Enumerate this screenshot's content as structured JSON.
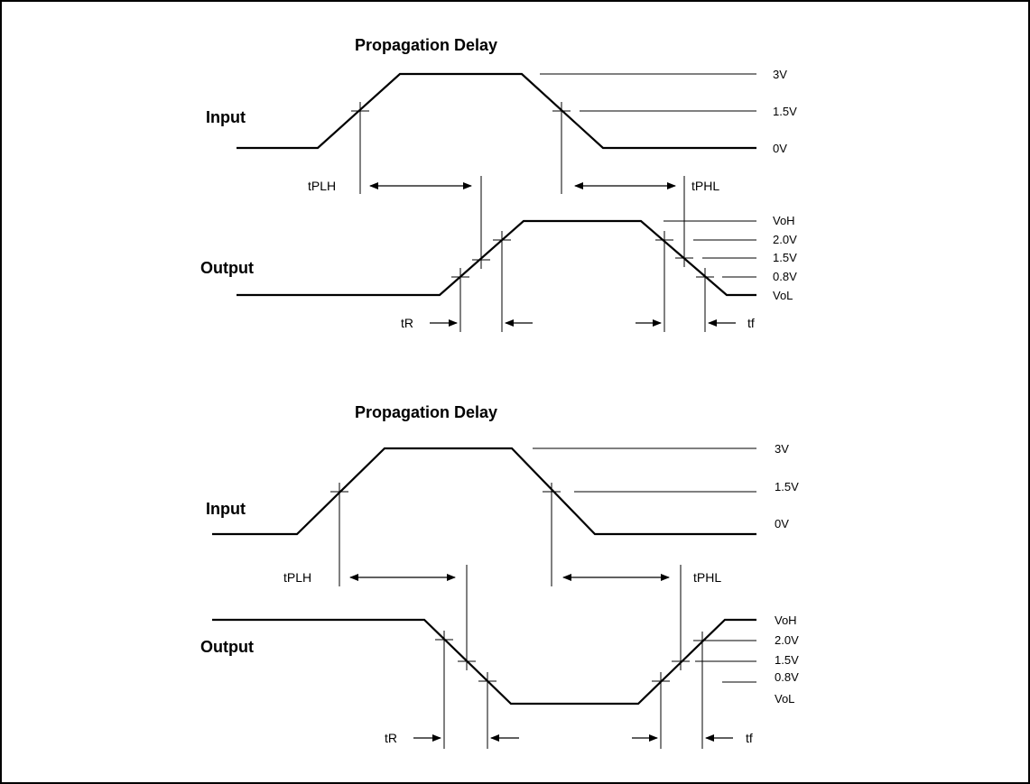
{
  "diagrams": [
    {
      "title": "Propagation Delay",
      "input_label": "Input",
      "output_label": "Output",
      "input_levels": [
        "3V",
        "1.5V",
        "0V"
      ],
      "output_levels": [
        "VoH",
        "2.0V",
        "1.5V",
        "0.8V",
        "VoL"
      ],
      "timing_labels": {
        "tplh": "tPLH",
        "tphl": "tPHL",
        "tr": "tR",
        "tf": "tf"
      }
    },
    {
      "title": "Propagation Delay",
      "input_label": "Input",
      "output_label": "Output",
      "input_levels": [
        "3V",
        "1.5V",
        "0V"
      ],
      "output_levels": [
        "VoH",
        "2.0V",
        "1.5V",
        "0.8V",
        "VoL"
      ],
      "timing_labels": {
        "tplh": "tPLH",
        "tphl": "tPHL",
        "tr": "tR",
        "tf": "tf"
      }
    }
  ]
}
